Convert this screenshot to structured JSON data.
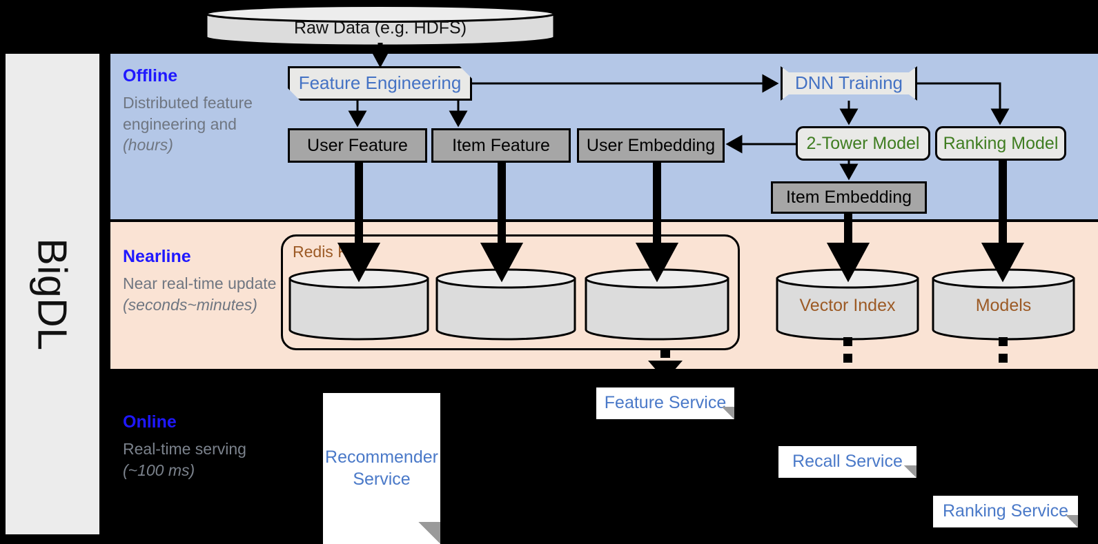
{
  "diagram": {
    "framework_label": "BigDL",
    "source": {
      "label": "Raw Data (e.g. HDFS)"
    },
    "bands": [
      {
        "id": "offline",
        "title": "Offline",
        "subtitle": "Distributed feature engineering and ",
        "subtitle_italic": "(hours)",
        "bg": "#b4c7e7"
      },
      {
        "id": "nearline",
        "title": "Nearline",
        "subtitle": "Near real-time update ",
        "subtitle_italic": "(seconds~minutes)",
        "bg": "#fae3d4"
      },
      {
        "id": "online",
        "title": "Online",
        "subtitle": "Real-time serving ",
        "subtitle_italic": "(~100 ms)",
        "bg": "#000000"
      }
    ],
    "offline_nodes": {
      "feature_engineering": "Feature Engineering",
      "dnn_training": "DNN Training",
      "user_feature": "User Feature",
      "item_feature": "Item Feature",
      "user_embedding": "User Embedding",
      "two_tower_model": "2-Tower Model",
      "ranking_model": "Ranking Model",
      "item_embedding": "Item Embedding"
    },
    "nearline_nodes": {
      "redis_group": "Redis KV",
      "store_1": "",
      "store_2": "",
      "store_3": "",
      "vector_index": "Vector Index",
      "models": "Models"
    },
    "online_nodes": {
      "recommender_service": "Recommender Service",
      "feature_service": "Feature Service",
      "recall_service": "Recall Service",
      "ranking_service": "Ranking Service"
    },
    "colors": {
      "offline_band": "#b4c7e7",
      "nearline_band": "#fae3d4",
      "online_band": "#000000",
      "band_title": "#1f18ff",
      "band_subtitle": "#6f7681",
      "process_text": "#4472c4",
      "model_text": "#3f7d21",
      "store_text": "#9c5a25",
      "data_box_fill": "#a6a6a6",
      "process_box_fill": "#e9e9e7",
      "service_text": "#4a79c8",
      "rail_fill": "#ececec"
    }
  }
}
